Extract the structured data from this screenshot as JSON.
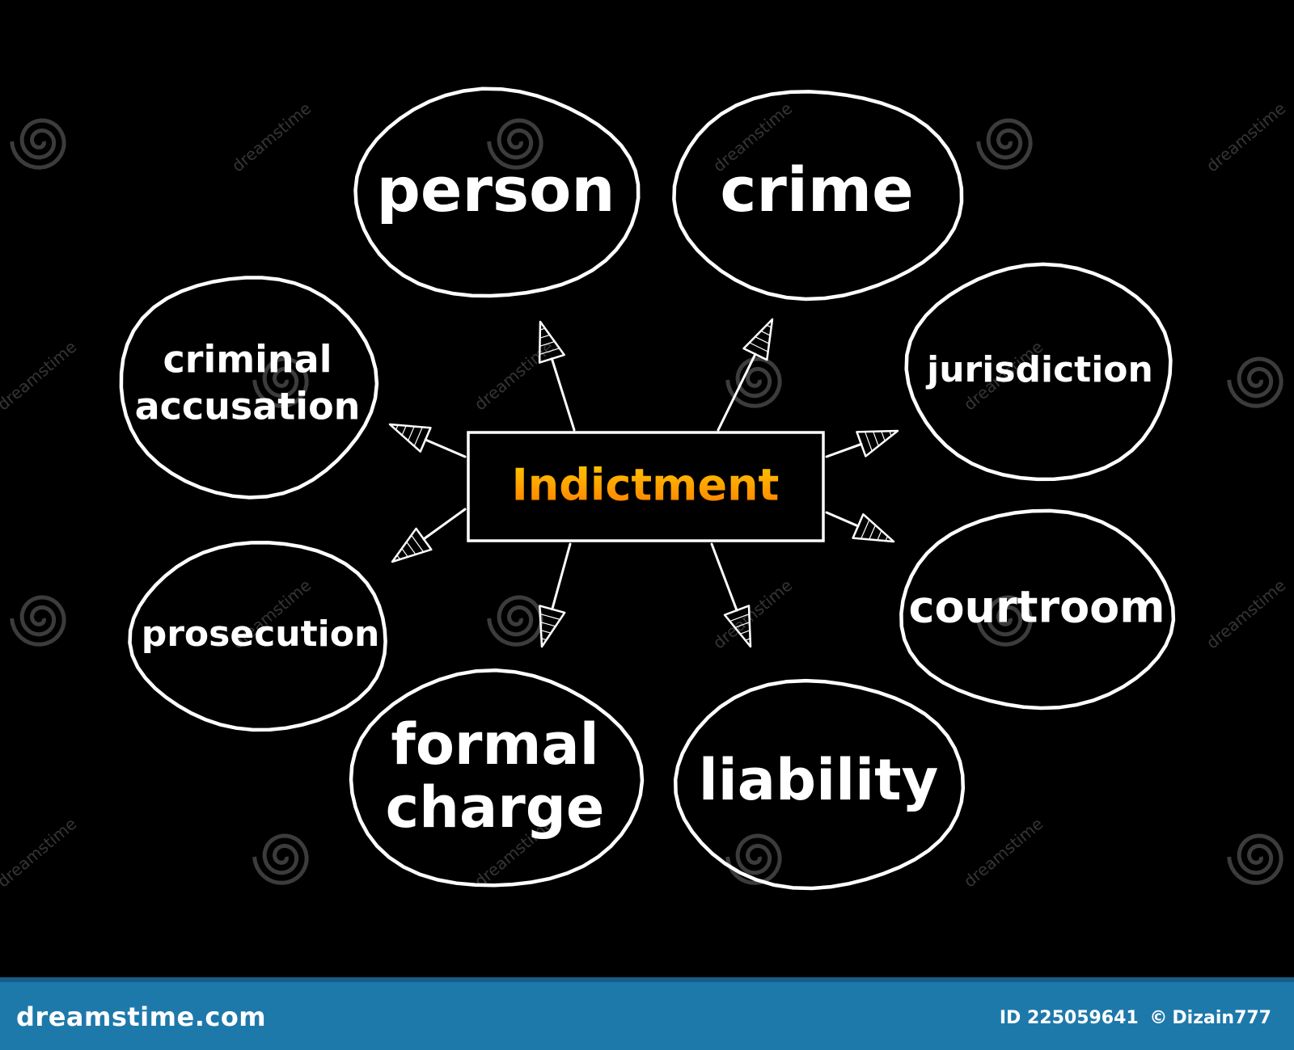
{
  "center": {
    "label": "Indictment",
    "gradient": [
      "#ffcc00",
      "#ff7a00"
    ]
  },
  "nodes": [
    {
      "id": "person",
      "lines": [
        "person"
      ]
    },
    {
      "id": "crime",
      "lines": [
        "crime"
      ]
    },
    {
      "id": "criminal-accusation",
      "lines": [
        "criminal",
        "accusation"
      ]
    },
    {
      "id": "jurisdiction",
      "lines": [
        "jurisdiction"
      ]
    },
    {
      "id": "prosecution",
      "lines": [
        "prosecution"
      ]
    },
    {
      "id": "courtroom",
      "lines": [
        "courtroom"
      ]
    },
    {
      "id": "formal-charge",
      "lines": [
        "formal",
        "charge"
      ]
    },
    {
      "id": "liability",
      "lines": [
        "liability"
      ]
    }
  ],
  "watermark": {
    "text": "dreamstime"
  },
  "footer": {
    "brand": "dreamstime.com",
    "id_label": "ID 225059641",
    "copyright_symbol": "©",
    "author": "Dizain777",
    "background": "#1e79ab"
  }
}
